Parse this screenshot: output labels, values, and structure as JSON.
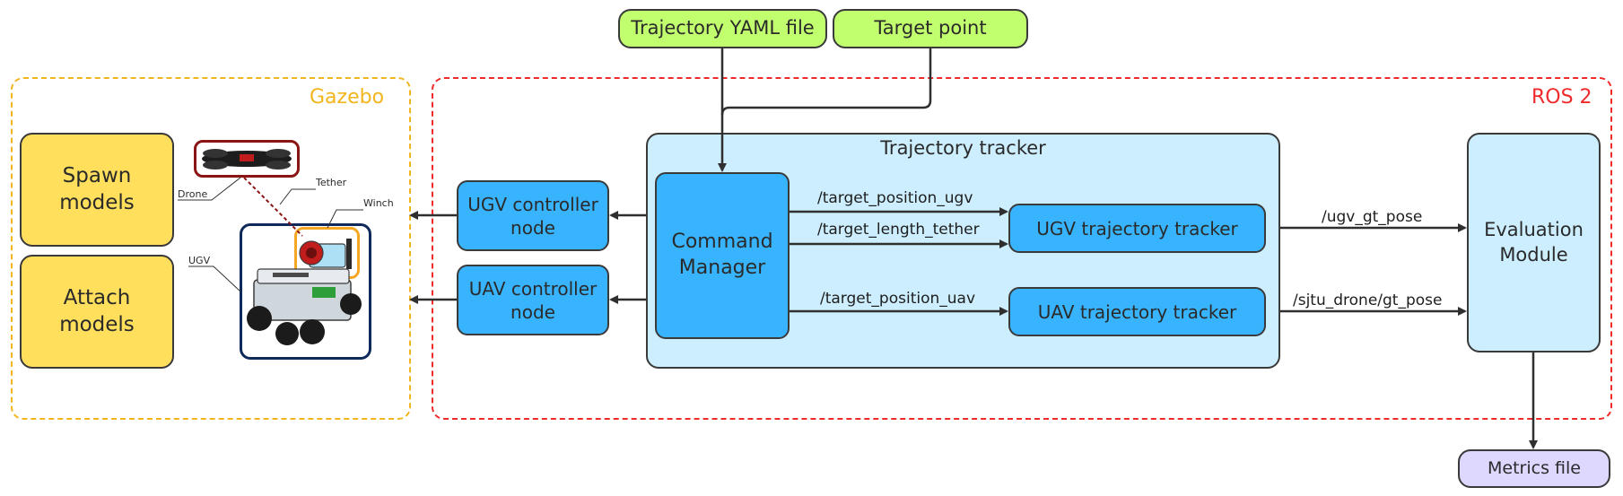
{
  "inputs": {
    "yaml": "Trajectory YAML file",
    "target": "Target point"
  },
  "gazebo": {
    "title": "Gazebo",
    "spawn": "Spawn models",
    "attach": "Attach models",
    "illustration": {
      "drone": "Drone",
      "tether": "Tether",
      "winch": "Winch",
      "ugv": "UGV"
    }
  },
  "ros2": {
    "title": "ROS 2",
    "ugv_controller": "UGV controller node",
    "uav_controller": "UAV controller node",
    "tracker_group": {
      "title": "Trajectory tracker",
      "command_manager": "Command Manager",
      "ugv_tracker": "UGV trajectory tracker",
      "uav_tracker": "UAV trajectory tracker"
    },
    "evaluation": "Evaluation Module"
  },
  "topics": {
    "target_position_ugv": "/target_position_ugv",
    "target_length_tether": "/target_length_tether",
    "target_position_uav": "/target_position_uav",
    "ugv_gt_pose": "/ugv_gt_pose",
    "uav_gt_pose": "/sjtu_drone/gt_pose"
  },
  "output": {
    "metrics": "Metrics file"
  },
  "colors": {
    "gazebo_border": "#f2b51e",
    "ros2_border": "#ef2a2a",
    "input_fill": "#c2ff6e",
    "gazebo_fill": "#ffdf5c",
    "node_fill": "#38b4ff",
    "group_fill": "#cdeeff",
    "output_fill": "#ded8ff"
  }
}
